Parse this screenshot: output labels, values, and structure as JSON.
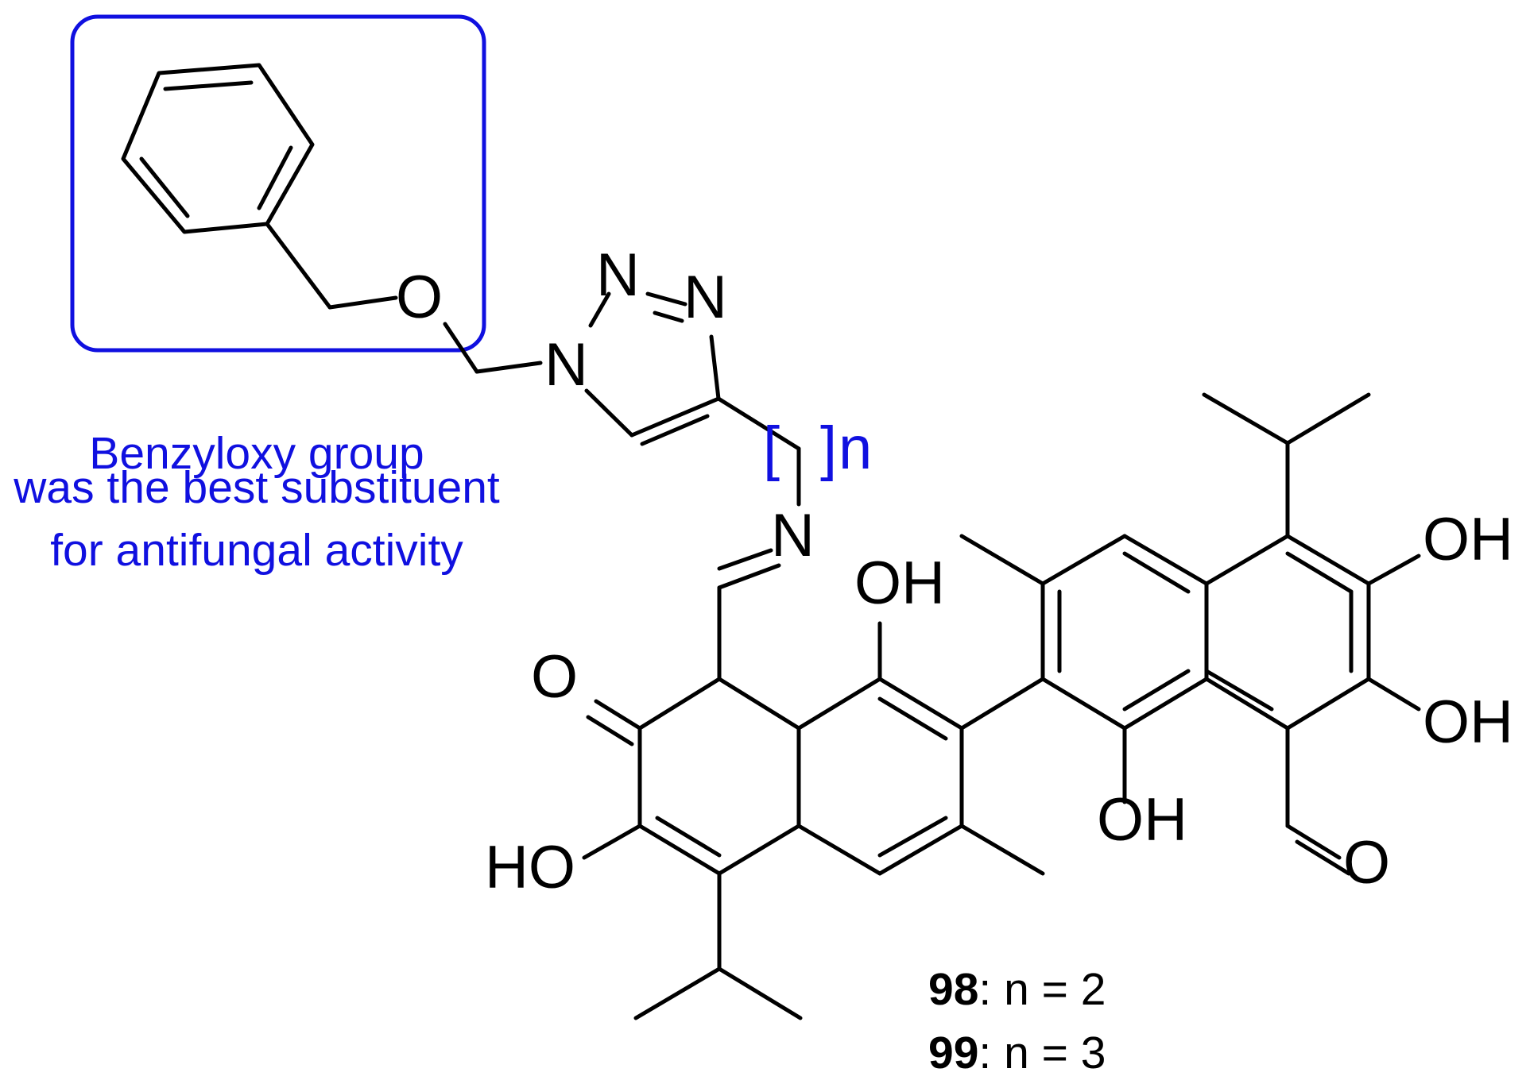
{
  "highlight": {
    "color": "#1010e0",
    "caption_lines": [
      "Benzyloxy group",
      "was the best substituent",
      "for antifungal activity"
    ]
  },
  "atoms": {
    "o_benzyl": "O",
    "n1": "N",
    "n2": "N",
    "n3": "N",
    "n_imine": "N",
    "oh_1": "OH",
    "o_ketone": "O",
    "ho_left": "HO",
    "oh_r1": "OH",
    "oh_r2": "OH",
    "oh_mid": "OH",
    "o_ald": "O"
  },
  "repeat_unit": {
    "bracket_open": "[",
    "bracket_close": "]",
    "index": "n"
  },
  "compounds": [
    {
      "id": "98",
      "text": ": n = 2"
    },
    {
      "id": "99",
      "text": ": n = 3"
    }
  ]
}
